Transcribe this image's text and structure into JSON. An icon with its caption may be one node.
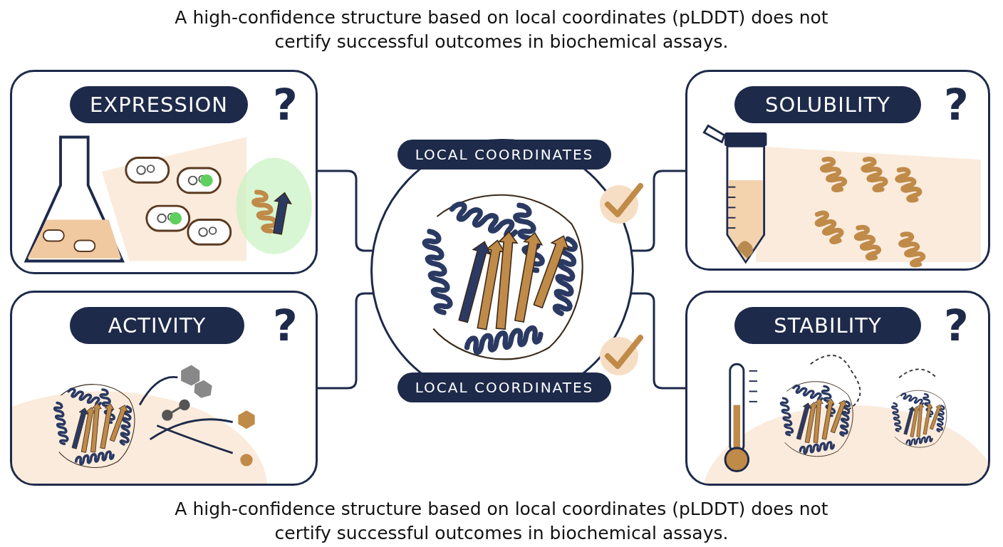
{
  "diagram": {
    "title": "A high-confidence structure based on local coordinates (pLDDT) does not certify successful outcomes in biochemical assays.",
    "caption": "A high-confidence structure based on local coordinates (pLDDT) does not certify successful outcomes in biochemical assays.",
    "nodes": [
      {
        "text": [
          "LOCAL COORDINATES",
          "LOCAL COORDINATES"
        ]
      },
      {
        "text": [
          "EXPRESSION",
          "?"
        ]
      },
      {
        "text": [
          "SOLUBILITY",
          "?"
        ]
      },
      {
        "text": [
          "ACTIVITY",
          "?"
        ]
      },
      {
        "text": [
          "STABILITY",
          "?"
        ]
      }
    ],
    "edges": [
      {
        "from": 1,
        "to": 0,
        "arrow": "none"
      },
      {
        "from": 2,
        "to": 0,
        "arrow": "none"
      },
      {
        "from": 3,
        "to": 0,
        "arrow": "none"
      },
      {
        "from": 4,
        "to": 0,
        "arrow": "none"
      }
    ]
  }
}
